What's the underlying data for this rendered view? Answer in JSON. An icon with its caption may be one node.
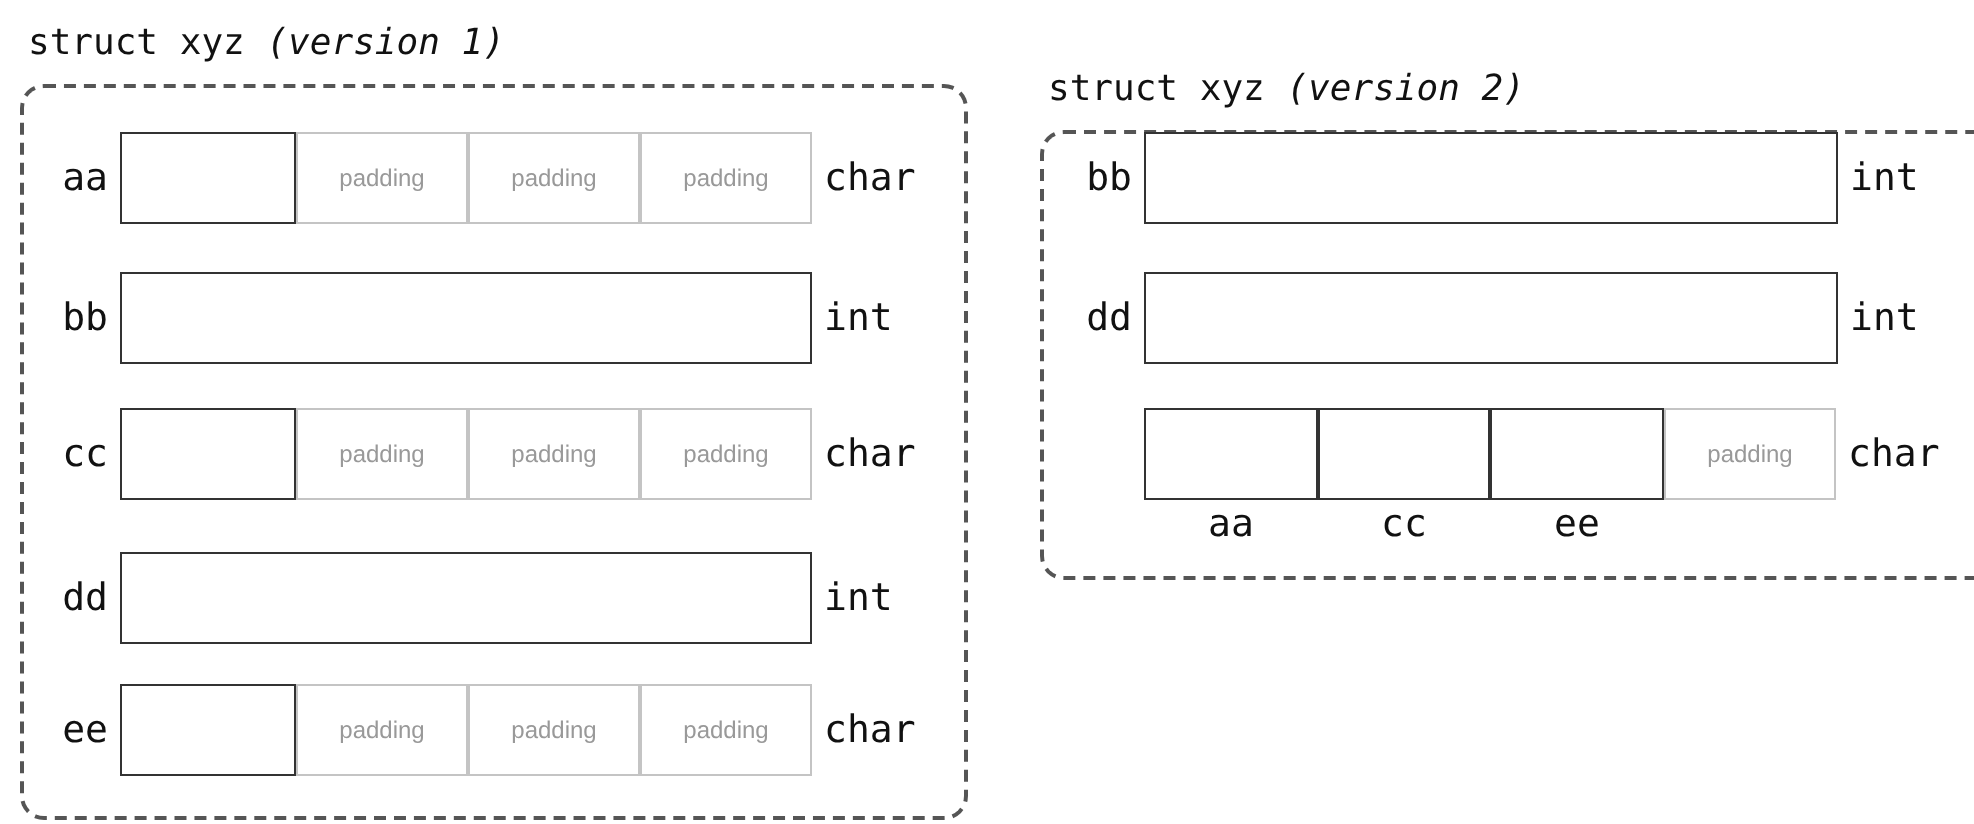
{
  "diagram": {
    "nodes": [
      {
        "text": [
          "struct xyz *(version 1)*"
        ]
      },
      {
        "text": [],
        "shape": "box",
        "in": 0,
        "beside": [
          "aa"
        ]
      },
      {
        "text": [
          "padding"
        ],
        "in": 0
      },
      {
        "text": [
          "padding"
        ],
        "in": 0
      },
      {
        "text": [
          "padding"
        ],
        "in": 0,
        "beside": [
          "char"
        ]
      },
      {
        "text": [],
        "shape": "box",
        "in": 0,
        "beside": [
          "bb",
          "int"
        ]
      },
      {
        "text": [],
        "shape": "box",
        "in": 0,
        "beside": [
          "cc"
        ]
      },
      {
        "text": [
          "padding"
        ],
        "in": 0
      },
      {
        "text": [
          "padding"
        ],
        "in": 0
      },
      {
        "text": [
          "padding"
        ],
        "in": 0,
        "beside": [
          "char"
        ]
      },
      {
        "text": [],
        "shape": "box",
        "in": 0,
        "beside": [
          "dd",
          "int"
        ]
      },
      {
        "text": [],
        "shape": "box",
        "in": 0,
        "beside": [
          "ee"
        ]
      },
      {
        "text": [
          "padding"
        ],
        "in": 0
      },
      {
        "text": [
          "padding"
        ],
        "in": 0
      },
      {
        "text": [
          "padding"
        ],
        "in": 0,
        "beside": [
          "char"
        ]
      },
      {
        "text": [
          "struct xyz *(version 2)*"
        ]
      },
      {
        "text": [],
        "shape": "box",
        "in": 15,
        "beside": [
          "bb",
          "int"
        ]
      },
      {
        "text": [],
        "shape": "box",
        "in": 15,
        "beside": [
          "dd",
          "int"
        ]
      },
      {
        "text": [],
        "shape": "box",
        "in": 15,
        "beside": [
          "aa"
        ]
      },
      {
        "text": [],
        "shape": "box",
        "in": 15,
        "beside": [
          "cc"
        ]
      },
      {
        "text": [],
        "shape": "box",
        "in": 15,
        "beside": [
          "ee"
        ]
      },
      {
        "text": [
          "padding"
        ],
        "in": 15,
        "beside": [
          "char"
        ]
      }
    ]
  }
}
